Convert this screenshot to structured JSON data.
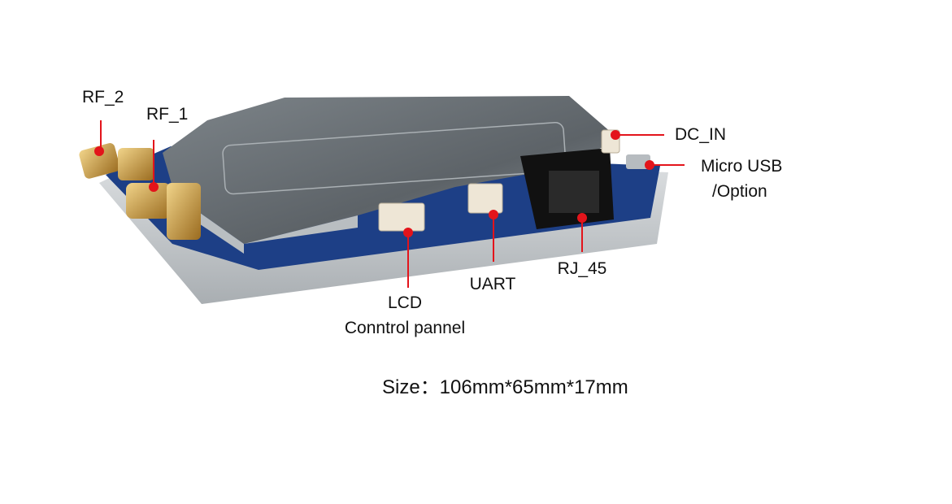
{
  "labels": {
    "rf2": "RF_2",
    "rf1": "RF_1",
    "dc_in": "DC_IN",
    "micro_usb": "Micro USB",
    "micro_usb_option": "/Option",
    "lcd": "LCD",
    "lcd_sub": "Conntrol pannel",
    "uart": "UART",
    "rj45": "RJ_45"
  },
  "size_text": "Size：106mm*65mm*17mm",
  "colors": {
    "leader": "#e3141b",
    "pcb": "#1d3f86",
    "shield": "#9aa0a4",
    "base": "#c9cdd0",
    "gold": "#c59a3c"
  }
}
